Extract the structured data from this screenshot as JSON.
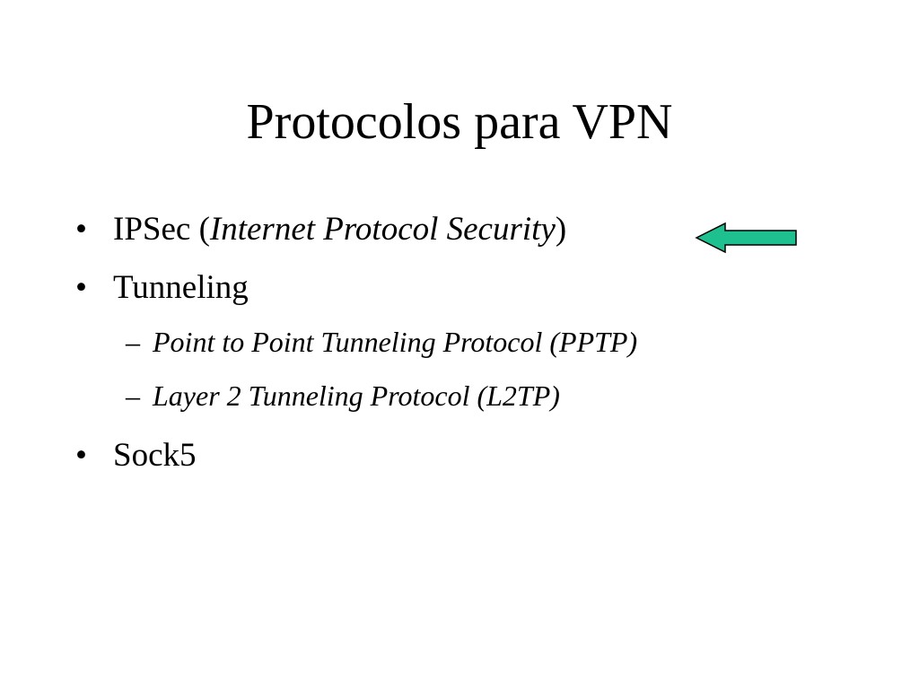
{
  "slide": {
    "title": "Protocolos para VPN",
    "bullets": [
      {
        "marker": "•",
        "prefix": "IPSec (",
        "emphasis": "Internet Protocol Security",
        "suffix": ")"
      },
      {
        "marker": "•",
        "text": "Tunneling",
        "subitems": [
          {
            "marker": "–",
            "text": "Point to Point Tunneling Protocol (PPTP)"
          },
          {
            "marker": "–",
            "text": "Layer 2 Tunneling Protocol (L2TP)"
          }
        ]
      },
      {
        "marker": "•",
        "text": "Sock5"
      }
    ],
    "arrow": {
      "icon": "left-arrow-icon",
      "fill": "#1fc08f",
      "stroke": "#000000"
    }
  }
}
